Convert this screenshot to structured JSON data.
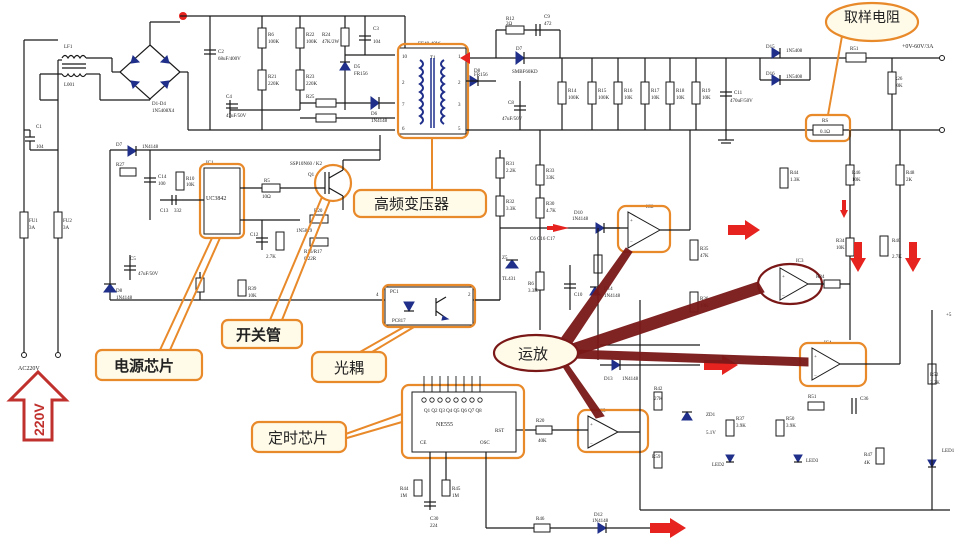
{
  "callouts": {
    "sampling_resistor": "取样电阻",
    "hf_transformer": "高频变压器",
    "power_chip": "电源芯片",
    "switch_tube": "开关管",
    "optocoupler": "光耦",
    "op_amp": "运放",
    "timer_chip": "定时芯片",
    "ac_input": "220V"
  },
  "components": {
    "fu1": "FU1",
    "fu1_val": "3A",
    "fu2": "FU2",
    "fu2_val": "3A",
    "c1": "C1",
    "c1_val": "104",
    "lf1": "LF1",
    "lf1_val": "L001",
    "bridge": "D1-D4",
    "bridge_val": "1N5408X4",
    "c2": "C2",
    "c2_val": "68uF/400V",
    "c3": "C3",
    "c3_val": "104",
    "c4": "C4",
    "c4_val": "47uF/50V",
    "r6": "R6",
    "r6_val": "100K",
    "r21": "R21",
    "r21_val": "220K",
    "r22": "R22",
    "r22_val": "100K",
    "r23": "R23",
    "r23_val": "220K",
    "r24": "R24",
    "r24_val": "47K/2W",
    "r25": "R25",
    "d5": "D5",
    "d5_val": "FR156",
    "d6": "D6",
    "d6_val": "1N4148",
    "t1": "T1",
    "t1_val": "EE40-40W",
    "ic1": "IC1",
    "ic1_name": "UC3842",
    "q1": "Q1",
    "q1_name": "SSP10N60 / K2",
    "r12": "R12",
    "r12_val": "2Ω",
    "c9": "C9",
    "c9_val": "472",
    "d7": "D7",
    "d7_val": "SMBF60KD",
    "d8": "D8",
    "d8_val": "FR156",
    "c8": "C8",
    "c8_val": "47uF/50V",
    "r14": "R14",
    "r14_val": "100K",
    "r15": "R15",
    "r15_val": "100K",
    "r16": "R16",
    "r16_val": "10K",
    "r17": "R17",
    "r17_val": "10K",
    "r18": "R18",
    "r18_val": "10K",
    "r19": "R19",
    "r19_val": "10K",
    "d15": "D15",
    "d15_val": "1N5408",
    "d16": "D16",
    "d16_val": "1N5408",
    "c11": "C11",
    "c11_val": "470uF/50V",
    "r51": "R51",
    "r51_val": "10K",
    "r26": "R26",
    "r26_val": "10K",
    "rs": "RS",
    "rs_val": "0.1Ω",
    "out_label": "+0V-60V/3A",
    "pc1": "PC1",
    "pc1_name": "PC817",
    "ic2": "IC2",
    "ic3": "IC3",
    "ic4": "IC4",
    "ic5": "IC5",
    "timer_name": "NE555",
    "led1": "LED1",
    "led2": "LED2",
    "led3": "LED3",
    "led4": "LED4",
    "zd1": "ZD1",
    "zd1_val": "5.1V",
    "ac_in": "AC220V"
  },
  "colors": {
    "callout_border": "#e8892a",
    "op_amp_pointer": "#7a1818",
    "flow_arrow": "#e6231f",
    "input_arrow": "#c0302c",
    "transformer_blue": "#1f2f8a"
  }
}
